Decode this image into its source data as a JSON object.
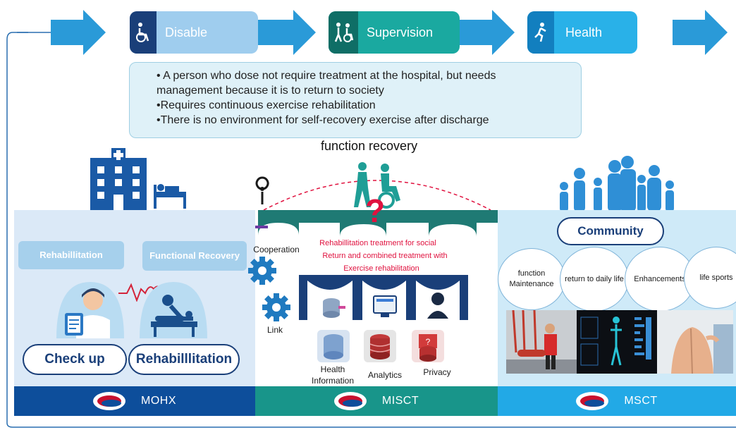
{
  "stages": [
    {
      "label": "Disable",
      "icon": "wheelchair-icon"
    },
    {
      "label": "Supervision",
      "icon": "assisted-walking-icon"
    },
    {
      "label": "Health",
      "icon": "running-person-icon"
    }
  ],
  "info_lines": [
    "• A person who dose not require treatment at the hospital, but needs",
    "management because it is to return to society",
    "•Requires continuous exercise rehabilitation",
    "•There is no environment for self-recovery exercise after discharge"
  ],
  "function_recovery": "function recovery",
  "left": {
    "tags": [
      "Rehabillitation",
      "Functional Recovery"
    ],
    "buttons": [
      "Check up",
      "Rehabilllitation"
    ],
    "footer": "MOHX"
  },
  "middle": {
    "cooperation": "Cooperation",
    "link": "Link",
    "red_text": [
      "Rehabillitation treatment for social",
      "Return and combined treatment with",
      "Exercise rehabilitation"
    ],
    "items": [
      "Health Information",
      "Analytics",
      "Privacy"
    ],
    "footer": "MISCT"
  },
  "right": {
    "community": "Community",
    "circles": [
      "function Maintenance",
      "return to daily life",
      "Enhancements",
      "life sports"
    ],
    "footer": "MSCT"
  },
  "colors": {
    "arrow": "#2a9ad8",
    "disable": "#9fcdee",
    "supervision": "#1aa9a0",
    "health": "#29b1e8",
    "navy": "#1a3f79",
    "red": "#e0123f",
    "left_panel": "#dbe9f7",
    "footer_left": "#0d4e9b",
    "footer_mid": "#18958a",
    "footer_right": "#22a9e6"
  }
}
